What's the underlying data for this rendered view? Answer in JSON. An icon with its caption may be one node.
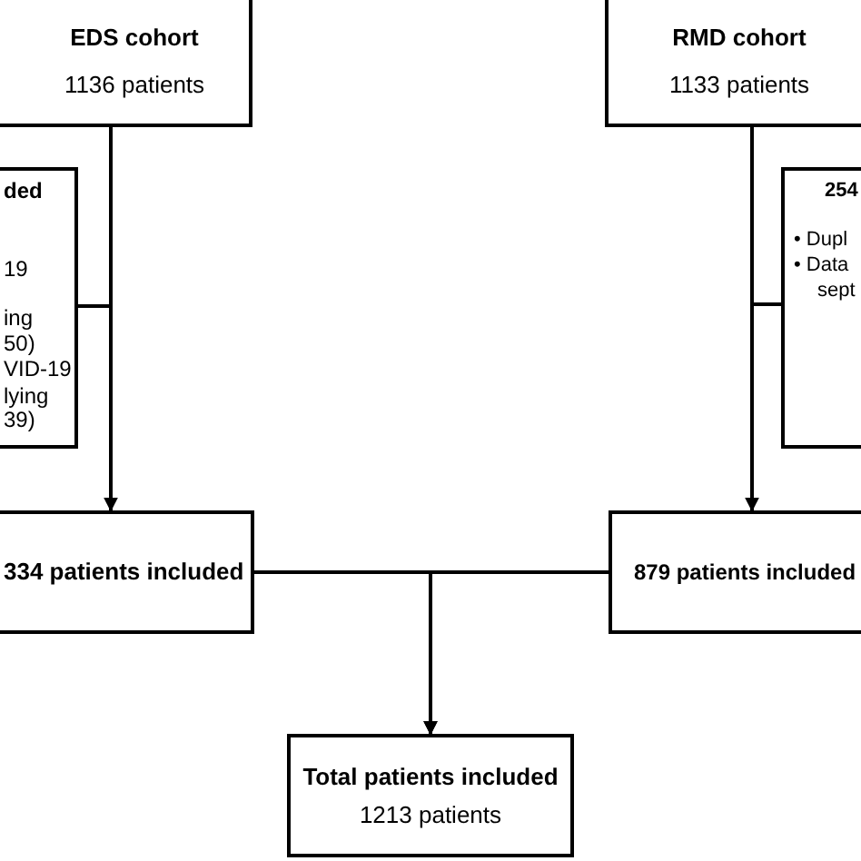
{
  "diagram": {
    "nodes": [
      {
        "text": [
          "EDS cohort",
          "1136 patients"
        ]
      },
      {
        "text": [
          "ded",
          "19",
          "ing",
          "50)",
          "VID-19",
          "lying",
          "39)"
        ]
      },
      {
        "text": [
          "RMD cohort",
          "1133 patients"
        ]
      },
      {
        "text": [
          "254",
          "• Dupl",
          "• Data sept"
        ]
      },
      {
        "text": [
          "334 patients included"
        ]
      },
      {
        "text": [
          "879 patients included"
        ]
      },
      {
        "text": [
          "Total patients included",
          "1213 patients"
        ]
      }
    ],
    "edges": [
      {
        "from": 0,
        "to": 4,
        "arrow": "to"
      },
      {
        "from": 0,
        "to": 1,
        "arrow": "none"
      },
      {
        "from": 2,
        "to": 5,
        "arrow": "to"
      },
      {
        "from": 2,
        "to": 3,
        "arrow": "none"
      },
      {
        "from": 4,
        "to": 6,
        "arrow": "to"
      },
      {
        "from": 5,
        "to": 6,
        "arrow": "to"
      }
    ]
  }
}
